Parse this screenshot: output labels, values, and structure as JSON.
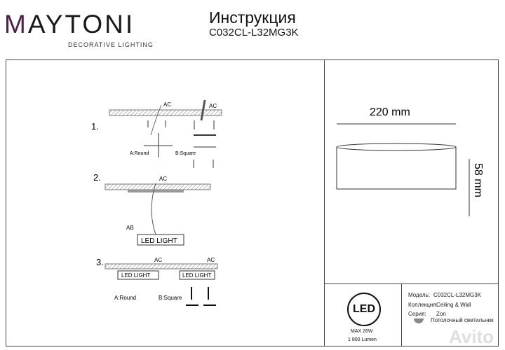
{
  "header": {
    "brand": "MAYTONI",
    "tagline": "DECORATIVE LIGHTING",
    "title": "Инструкция",
    "model_code": "C032CL-L32MG3K"
  },
  "steps": {
    "s1": {
      "number": "1.",
      "ac1": "AC",
      "ac2": "AC",
      "a_label": "A:Round",
      "b_label": "B:Square"
    },
    "s2": {
      "number": "2.",
      "ac": "AC",
      "ab": "AB",
      "led_box": "LED LIGHT"
    },
    "s3": {
      "number": "3.",
      "ac1": "AC",
      "ac2": "AC",
      "led_box1": "LED LIGHT",
      "led_box2": "LED LIGHT",
      "a_label": "A:Round",
      "b_label": "B:Square"
    }
  },
  "dimensions": {
    "width": "220 mm",
    "height": "58 mm"
  },
  "specs": {
    "led_badge": "LED",
    "power": "MAX 26W",
    "lumen": "1 800 Lumen",
    "model_label": "Модель:",
    "model_value": "C032CL-L32MG3K",
    "collection_label": "Коллекция:",
    "collection_value": "Ceiling & Wall",
    "series_label": "Серия:",
    "series_value": "Zon",
    "type_value": "Потолочный светильник"
  },
  "watermark": "Avito"
}
